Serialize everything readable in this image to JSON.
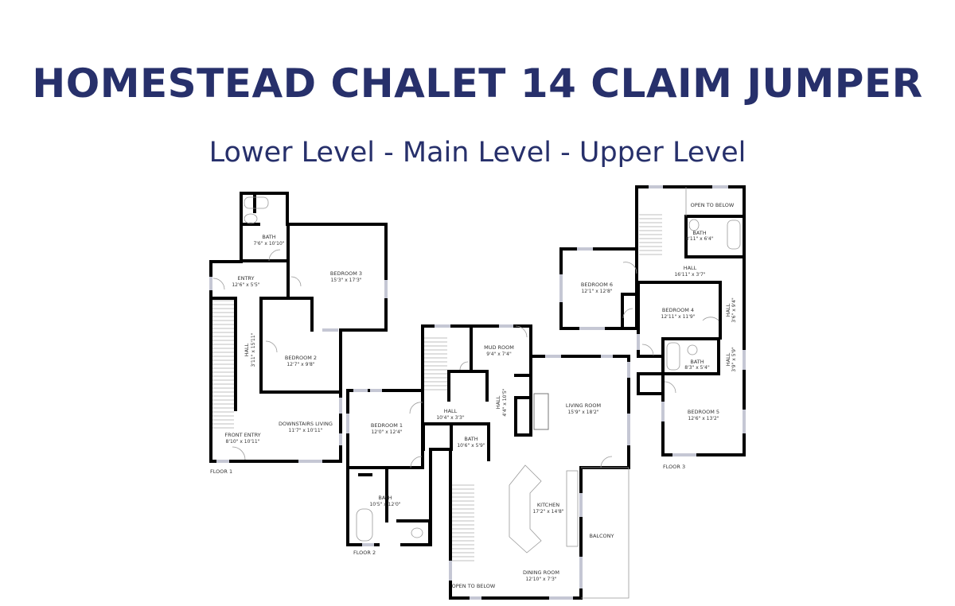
{
  "header": {
    "title": "HOMESTEAD CHALET 14 CLAIM JUMPER",
    "subtitle": "Lower Level - Main Level - Upper Level"
  },
  "colors": {
    "title": "#27306b",
    "walls": "#000000",
    "windows": "#c5c7d4"
  },
  "floors": [
    {
      "label": "FLOOR 1",
      "rooms": [
        {
          "name": "BATH",
          "dims": "7'6\" x 10'10\""
        },
        {
          "name": "ENTRY",
          "dims": "12'6\" x 5'5\""
        },
        {
          "name": "BEDROOM 3",
          "dims": "15'3\" x 17'3\""
        },
        {
          "name": "HALL",
          "dims": "3'11\" x 15'11\""
        },
        {
          "name": "BEDROOM 2",
          "dims": "12'7\" x 9'8\""
        },
        {
          "name": "DOWNSTAIRS LIVING",
          "dims": "11'7\" x 10'11\""
        },
        {
          "name": "FRONT ENTRY",
          "dims": "8'10\" x 10'11\""
        }
      ]
    },
    {
      "label": "FLOOR 2",
      "rooms": [
        {
          "name": "MUD ROOM",
          "dims": "9'4\" x 7'4\""
        },
        {
          "name": "HALL",
          "dims": "4'4\" x 10'5\""
        },
        {
          "name": "LIVING ROOM",
          "dims": "15'9\" x 18'2\""
        },
        {
          "name": "HALL",
          "dims": "10'4\" x 3'3\""
        },
        {
          "name": "BEDROOM 1",
          "dims": "12'0\" x 12'4\""
        },
        {
          "name": "BATH",
          "dims": "10'6\" x 5'9\""
        },
        {
          "name": "BATH",
          "dims": "10'5\" x 12'0\""
        },
        {
          "name": "KITCHEN",
          "dims": "17'2\" x 14'8\""
        },
        {
          "name": "BALCONY",
          "dims": ""
        },
        {
          "name": "DINING ROOM",
          "dims": "12'10\" x 7'3\""
        },
        {
          "name": "OPEN TO BELOW",
          "dims": ""
        }
      ]
    },
    {
      "label": "FLOOR 3",
      "rooms": [
        {
          "name": "OPEN TO BELOW",
          "dims": ""
        },
        {
          "name": "BATH",
          "dims": "8'11\" x 6'4\""
        },
        {
          "name": "HALL",
          "dims": "16'11\" x 3'7\""
        },
        {
          "name": "BEDROOM 6",
          "dims": "12'1\" x 12'8\""
        },
        {
          "name": "BEDROOM 4",
          "dims": "12'11\" x 11'9\""
        },
        {
          "name": "HALL",
          "dims": "3'6\" x 9'4\""
        },
        {
          "name": "BATH",
          "dims": "8'3\" x 5'4\""
        },
        {
          "name": "HALL",
          "dims": "3'9\" x 5'9\""
        },
        {
          "name": "BEDROOM 5",
          "dims": "12'6\" x 13'2\""
        }
      ]
    }
  ]
}
